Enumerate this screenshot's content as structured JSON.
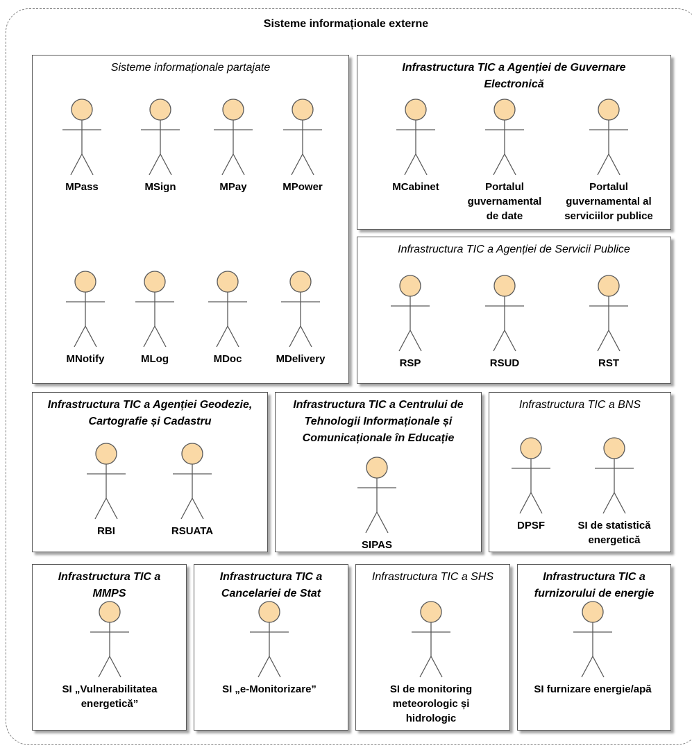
{
  "outer_title": "Sisteme informaționale externe",
  "colors": {
    "actor_fill": "#fad9a6",
    "actor_stroke": "#5a5a5a",
    "border": "#595959",
    "dashed_border": "#7f7f7f"
  },
  "actor_icon": "person-stick-figure",
  "boxes": {
    "shared": {
      "title": "Sisteme informaționale partajate",
      "actors": [
        "MPass",
        "MSign",
        "MPay",
        "MPower",
        "MNotify",
        "MLog",
        "MDoc",
        "MDelivery"
      ]
    },
    "age": {
      "title": "Infrastructura TIC a Agenției de Guvernare Electronică",
      "actors": [
        "MCabinet",
        "Portalul guvernamental de date",
        "Portalul guvernamental al serviciilor publice"
      ]
    },
    "asp": {
      "title": "Infrastructura TIC a Agenției de Servicii Publice",
      "actors": [
        "RSP",
        "RSUD",
        "RST"
      ]
    },
    "agcc": {
      "title": "Infrastructura TIC a Agenției Geodezie, Cartografie și Cadastru",
      "actors": [
        "RBI",
        "RSUATA"
      ]
    },
    "ctice": {
      "title": "Infrastructura TIC a Centrului de Tehnologii Informaționale și Comunicaționale în Educație",
      "actors": [
        "SIPAS"
      ]
    },
    "bns": {
      "title": "Infrastructura TIC a BNS",
      "actors": [
        "DPSF",
        "SI de statistică energetică"
      ]
    },
    "mmps": {
      "title": "Infrastructura TIC a MMPS",
      "actors": [
        "SI „Vulnerabilitatea energetică”"
      ]
    },
    "cs": {
      "title": "Infrastructura TIC a Cancelariei de Stat",
      "actors": [
        "SI „e-Monitorizare”"
      ]
    },
    "shs": {
      "title": "Infrastructura TIC a SHS",
      "actors": [
        "SI de monitoring meteorologic și hidrologic"
      ]
    },
    "fe": {
      "title": "Infrastructura TIC a furnizorului de energie",
      "actors": [
        "SI furnizare energie/apă"
      ]
    }
  }
}
